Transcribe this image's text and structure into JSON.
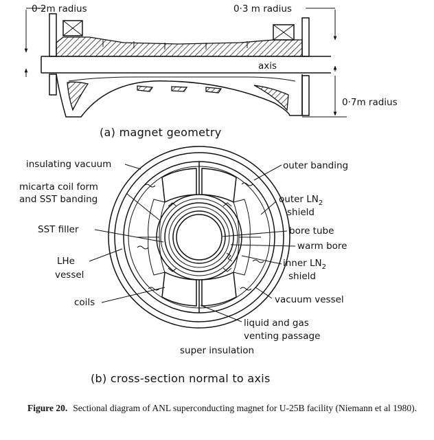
{
  "top_diagram": {
    "labels": {
      "radius_left": "0·2m radius",
      "radius_right": "0·3 m radius",
      "axis": "axis",
      "radius_outer": "0·7m radius"
    },
    "subcaption": "(a) magnet geometry"
  },
  "cross_section": {
    "labels": {
      "insulating_vacuum": "insulating vacuum",
      "micarta_1": "micarta coil form",
      "micarta_2": "and SST banding",
      "sst_filler": "SST filler",
      "lhe_1": "LHe",
      "lhe_2": "vessel",
      "coils": "coils",
      "outer_banding": "outer banding",
      "outer_ln2_1": "outer LN",
      "outer_ln2_sub": "2",
      "outer_ln2_2": "shield",
      "bore_tube": "bore tube",
      "warm_bore": "warm bore",
      "inner_ln2_1": "inner LN",
      "inner_ln2_sub": "2",
      "inner_ln2_2": "shield",
      "vacuum_vessel": "vacuum vessel",
      "venting_1": "liquid and gas",
      "venting_2": "venting passage",
      "super_insulation": "super insulation"
    },
    "subcaption": "(b) cross-section normal to axis"
  },
  "caption": {
    "figure_no": "Figure 20.",
    "text": "Sectional diagram of ANL superconducting magnet for U-25B facility (Niemann et al 1980)."
  }
}
